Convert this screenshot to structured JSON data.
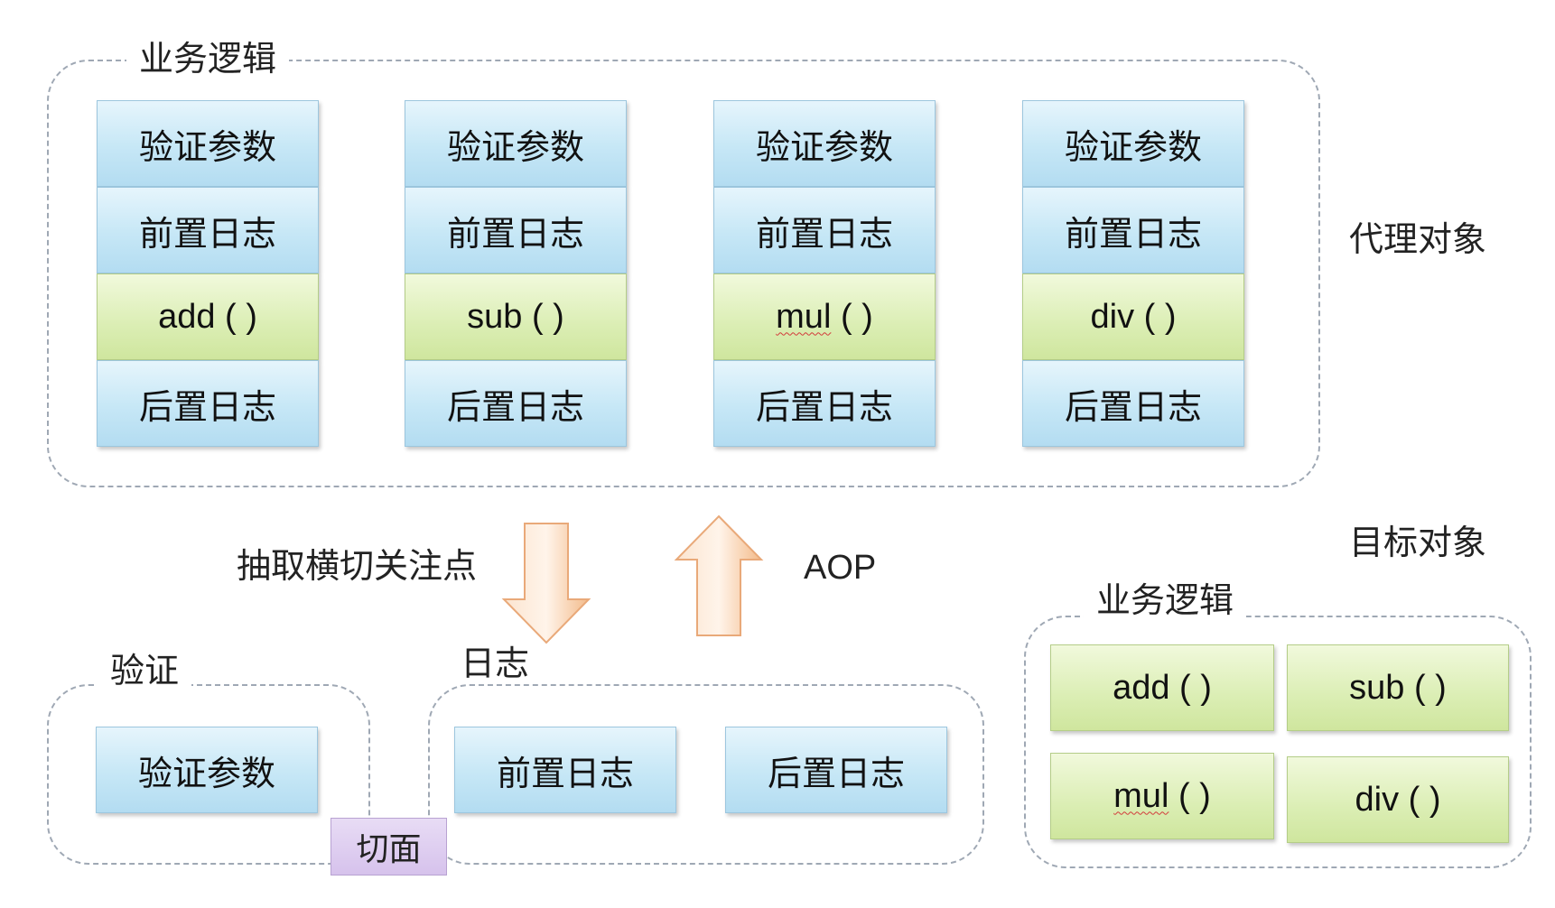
{
  "proxy": {
    "group_title": "业务逻辑",
    "side_label": "代理对象",
    "columns": [
      {
        "validate": "验证参数",
        "pre_log": "前置日志",
        "method": "add ( )",
        "post_log": "后置日志"
      },
      {
        "validate": "验证参数",
        "pre_log": "前置日志",
        "method": "sub ( )",
        "post_log": "后置日志"
      },
      {
        "validate": "验证参数",
        "pre_log": "前置日志",
        "method_word": "mul",
        "method_parens": " ( )",
        "post_log": "后置日志"
      },
      {
        "validate": "验证参数",
        "pre_log": "前置日志",
        "method": "div ( )",
        "post_log": "后置日志"
      }
    ]
  },
  "arrows": {
    "extract_label": "抽取横切关注点",
    "aop_label": "AOP"
  },
  "aspects": {
    "validation_title": "验证",
    "validation_box": "验证参数",
    "log_title": "日志",
    "pre_log_box": "前置日志",
    "post_log_box": "后置日志",
    "aspect_tag": "切面"
  },
  "target": {
    "side_label": "目标对象",
    "group_title": "业务逻辑",
    "methods": {
      "add": "add ( )",
      "sub": "sub ( )",
      "mul_word": "mul",
      "mul_parens": " ( )",
      "div": "div ( )"
    }
  },
  "colors": {
    "blue_box": "#c6e7f6",
    "green_box": "#dbeeb4",
    "aspect_tag": "#d6c2ec",
    "arrow": "#f5c89e",
    "dashed_border": "#9fa8b4"
  }
}
